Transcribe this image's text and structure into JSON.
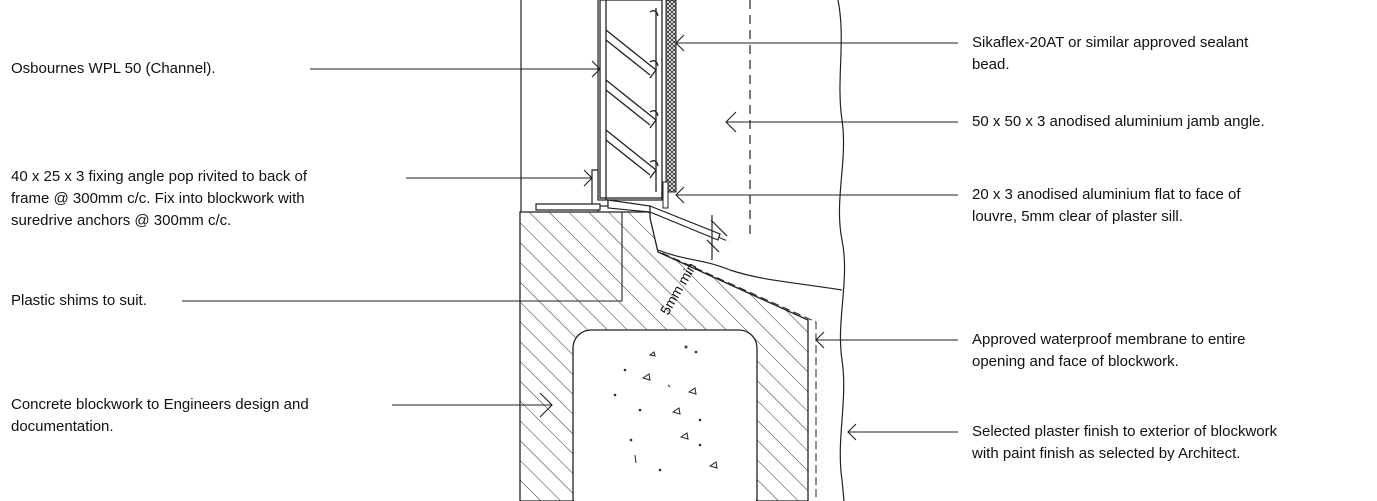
{
  "left_notes": {
    "channel": [
      "Osbournes WPL 50 (Channel)."
    ],
    "fixing_angle": [
      "40 x 25 x 3 fixing angle pop rivited to back of",
      "frame @ 300mm c/c. Fix into blockwork with",
      "suredrive anchors @ 300mm c/c."
    ],
    "shims": [
      "Plastic shims to suit."
    ],
    "blockwork": [
      "Concrete blockwork to Engineers design and",
      "documentation."
    ]
  },
  "right_notes": {
    "sealant": [
      "Sikaflex-20AT or similar approved sealant",
      "bead."
    ],
    "jamb_angle": [
      "50 x 50 x 3 anodised aluminium jamb angle."
    ],
    "flat": [
      "20 x 3 anodised aluminium flat to face of",
      "louvre, 5mm clear of plaster sill."
    ],
    "membrane": [
      "Approved waterproof membrane to entire",
      "opening and face of blockwork."
    ],
    "plaster": [
      "Selected plaster finish to exterior of blockwork",
      "with paint finish as selected by Architect."
    ]
  },
  "dimension_label": "5mm min"
}
